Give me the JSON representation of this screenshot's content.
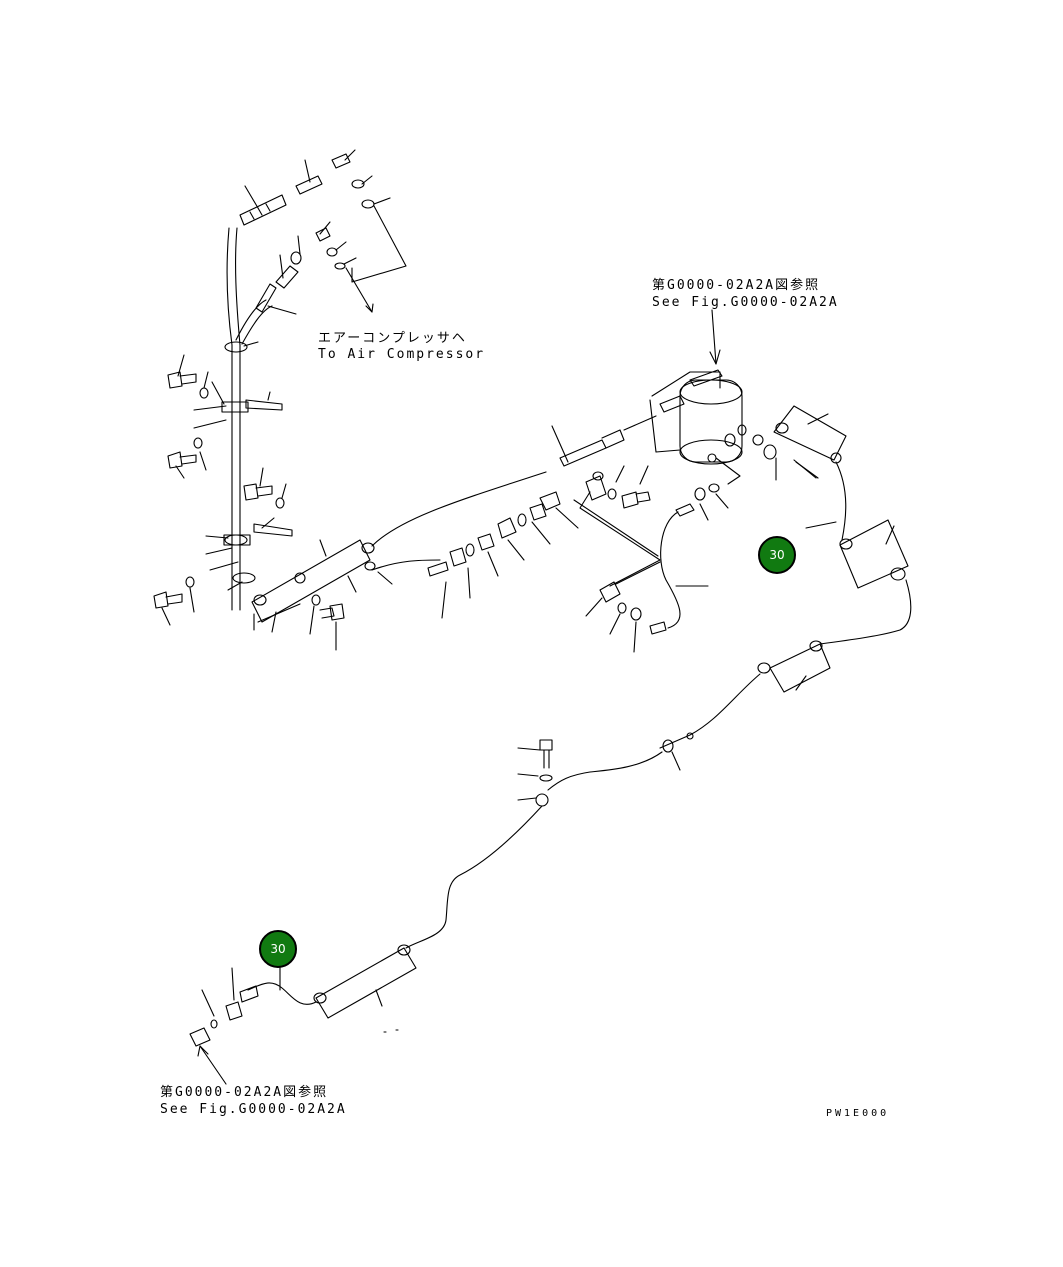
{
  "labels": {
    "air_compressor_jp": "エアーコンプレッサヘ",
    "air_compressor_en": "To Air Compressor",
    "ref_top_jp": "第G0000-02A2A図参照",
    "ref_top_en": "See Fig.G0000-02A2A",
    "ref_bottom_jp": "第G0000-02A2A図参照",
    "ref_bottom_en": "See Fig.G0000-02A2A",
    "drawing_code": "PW1E000"
  },
  "badges": [
    {
      "label": "30",
      "color": "#117a11"
    },
    {
      "label": "30",
      "color": "#117a11"
    }
  ]
}
